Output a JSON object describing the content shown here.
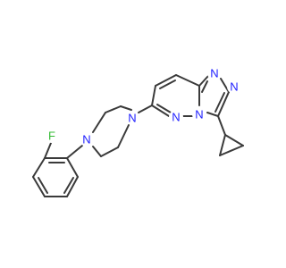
{
  "molecule": {
    "atoms": {
      "fluorine": "F",
      "piperazine_n_aryl": "N",
      "piperazine_n_het": "N",
      "triazole_n1": "N",
      "triazole_n2": "N",
      "bridgehead_n": "N",
      "pyridazine_n": "N"
    },
    "colors": {
      "bond": "#3a3a3a",
      "nitrogen": "#2020ff",
      "fluorine": "#33bb33",
      "background": "#ffffff"
    }
  }
}
